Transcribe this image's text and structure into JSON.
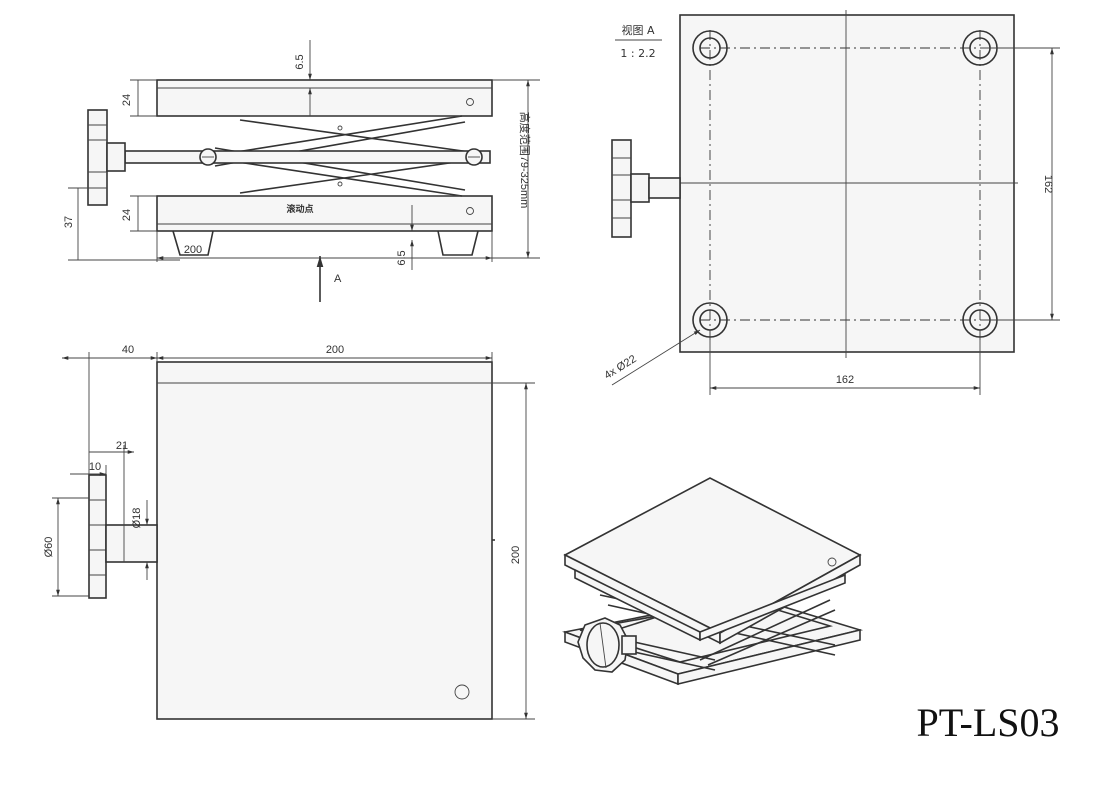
{
  "model_label": "PT-LS03",
  "view_label": {
    "title": "视图 A",
    "scale": "1 : 2.2"
  },
  "front_view": {
    "dims": {
      "top_gap": "6.5",
      "top_thick": "24",
      "bottom_thick": "24",
      "base_offset": "37",
      "width": "200",
      "bottom_gap": "6.5",
      "height_range": "高度范围79-325mm",
      "arrow_label": "A",
      "bottom_note": "滚动点"
    }
  },
  "side_view": {
    "dims": {
      "knob_offset": "40",
      "width": "200",
      "height": "200",
      "knob_width": "21",
      "knob_thick": "10",
      "shaft_dia": "Ø18",
      "knob_dia": "Ø60"
    }
  },
  "top_view": {
    "dims": {
      "hole_spacing_v": "162",
      "hole_spacing_h": "162",
      "hole_callout": "4x Ø22"
    }
  }
}
